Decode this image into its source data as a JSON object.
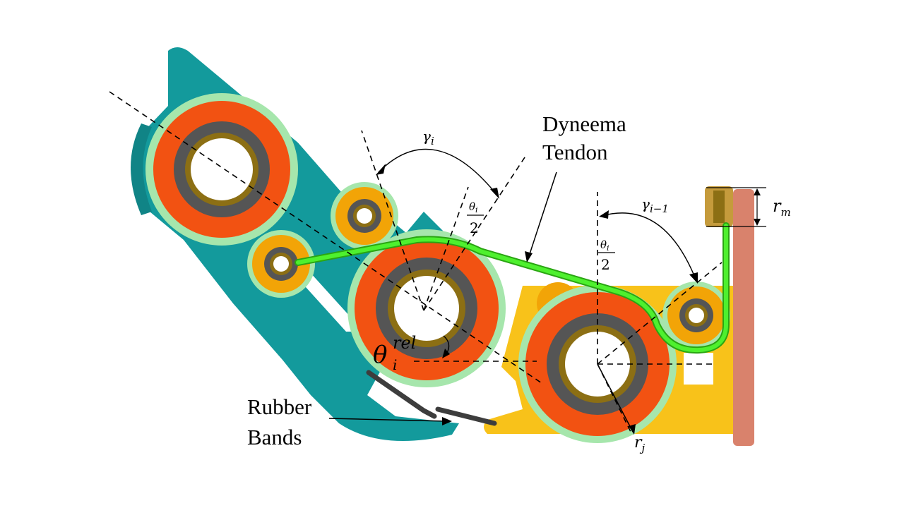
{
  "labels": {
    "tendon_line1": "Dyneema",
    "tendon_line2": "Tendon",
    "rubber_line1": "Rubber",
    "rubber_line2": "Bands"
  },
  "symbols": {
    "gamma_i": "γ",
    "gamma_i_sub": "i",
    "gamma_im1": "γ",
    "gamma_im1_sub": "i−1",
    "theta_half_num": "θ",
    "theta_half_num_sub": "i",
    "theta_half_den": "2",
    "theta_half2_num": "θ",
    "theta_half2_num_sub": "i",
    "theta_half2_den": "2",
    "theta_rel": "θ",
    "theta_rel_sub": "i",
    "theta_rel_sup": "rel",
    "r_m": "r",
    "r_m_sub": "m",
    "r_j": "r",
    "r_j_sub": "j"
  },
  "colors": {
    "link_distal": "#139a9c",
    "link_proximal": "#f8c21a",
    "joint_outer": "#a6e6ac",
    "joint_orange": "#f25212",
    "bearing_gray": "#555555",
    "bearing_brass": "#8c6f14",
    "small_pulley_ring": "#f2a407",
    "tendon": "#3edc1e",
    "base_plate": "#d9826c",
    "rubber_band": "#3d3d3d"
  }
}
